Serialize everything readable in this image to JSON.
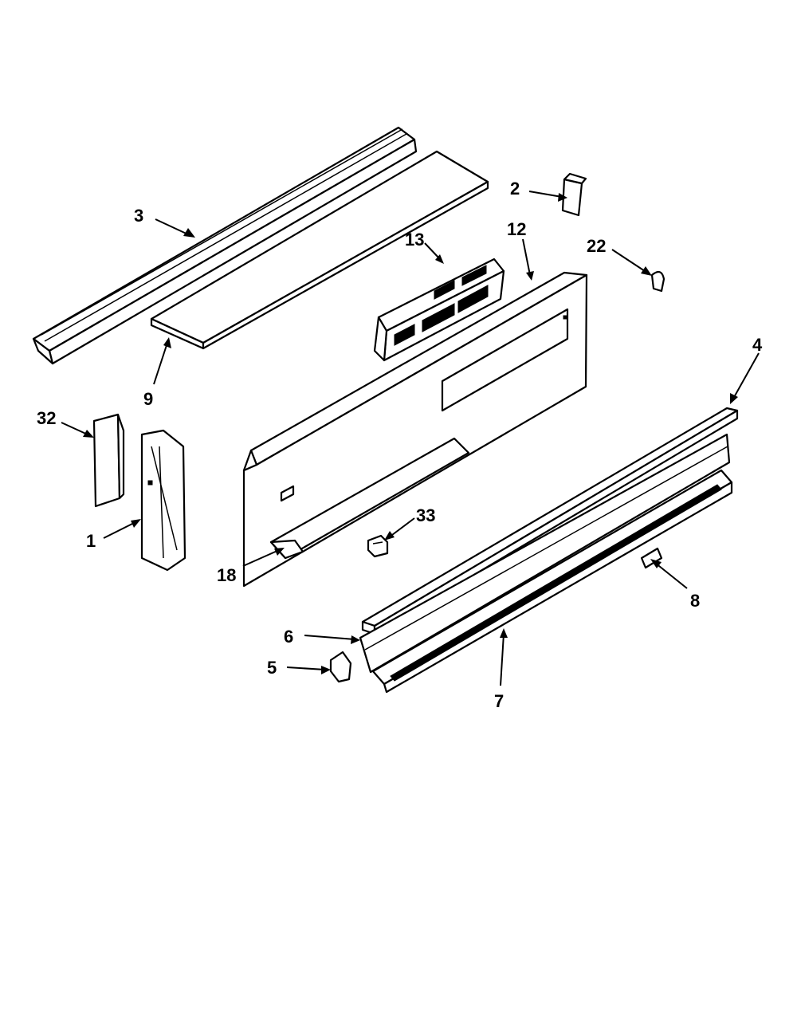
{
  "callouts": [
    {
      "id": "3",
      "label": "3"
    },
    {
      "id": "9",
      "label": "9"
    },
    {
      "id": "13",
      "label": "13"
    },
    {
      "id": "12",
      "label": "12"
    },
    {
      "id": "2",
      "label": "2"
    },
    {
      "id": "22",
      "label": "22"
    },
    {
      "id": "4",
      "label": "4"
    },
    {
      "id": "32",
      "label": "32"
    },
    {
      "id": "1",
      "label": "1"
    },
    {
      "id": "18",
      "label": "18"
    },
    {
      "id": "33",
      "label": "33"
    },
    {
      "id": "8",
      "label": "8"
    },
    {
      "id": "6",
      "label": "6"
    },
    {
      "id": "5",
      "label": "5"
    },
    {
      "id": "7",
      "label": "7"
    }
  ]
}
